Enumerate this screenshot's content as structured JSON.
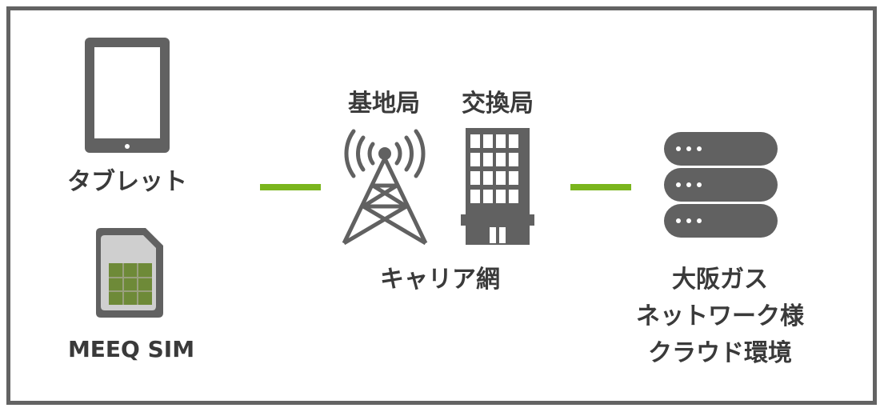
{
  "colors": {
    "icon": "#616161",
    "text": "#3a3a3a",
    "frame": "#636363",
    "connector": "#7ab51d",
    "sim_chip": "#6e8a38",
    "sim_body": "#cfcfcf"
  },
  "nodes": {
    "tablet": {
      "label": "タブレット",
      "icon": "tablet-icon"
    },
    "sim": {
      "label": "MEEQ SIM",
      "icon": "sim-card-icon"
    },
    "base_station": {
      "label": "基地局",
      "icon": "antenna-tower-icon"
    },
    "exchange": {
      "label": "交換局",
      "icon": "building-icon"
    },
    "carrier": {
      "label": "キャリア網"
    },
    "cloud": {
      "label_lines": [
        "大阪ガス",
        "ネットワーク様",
        "クラウド環境"
      ],
      "icon": "server-stack-icon"
    }
  }
}
